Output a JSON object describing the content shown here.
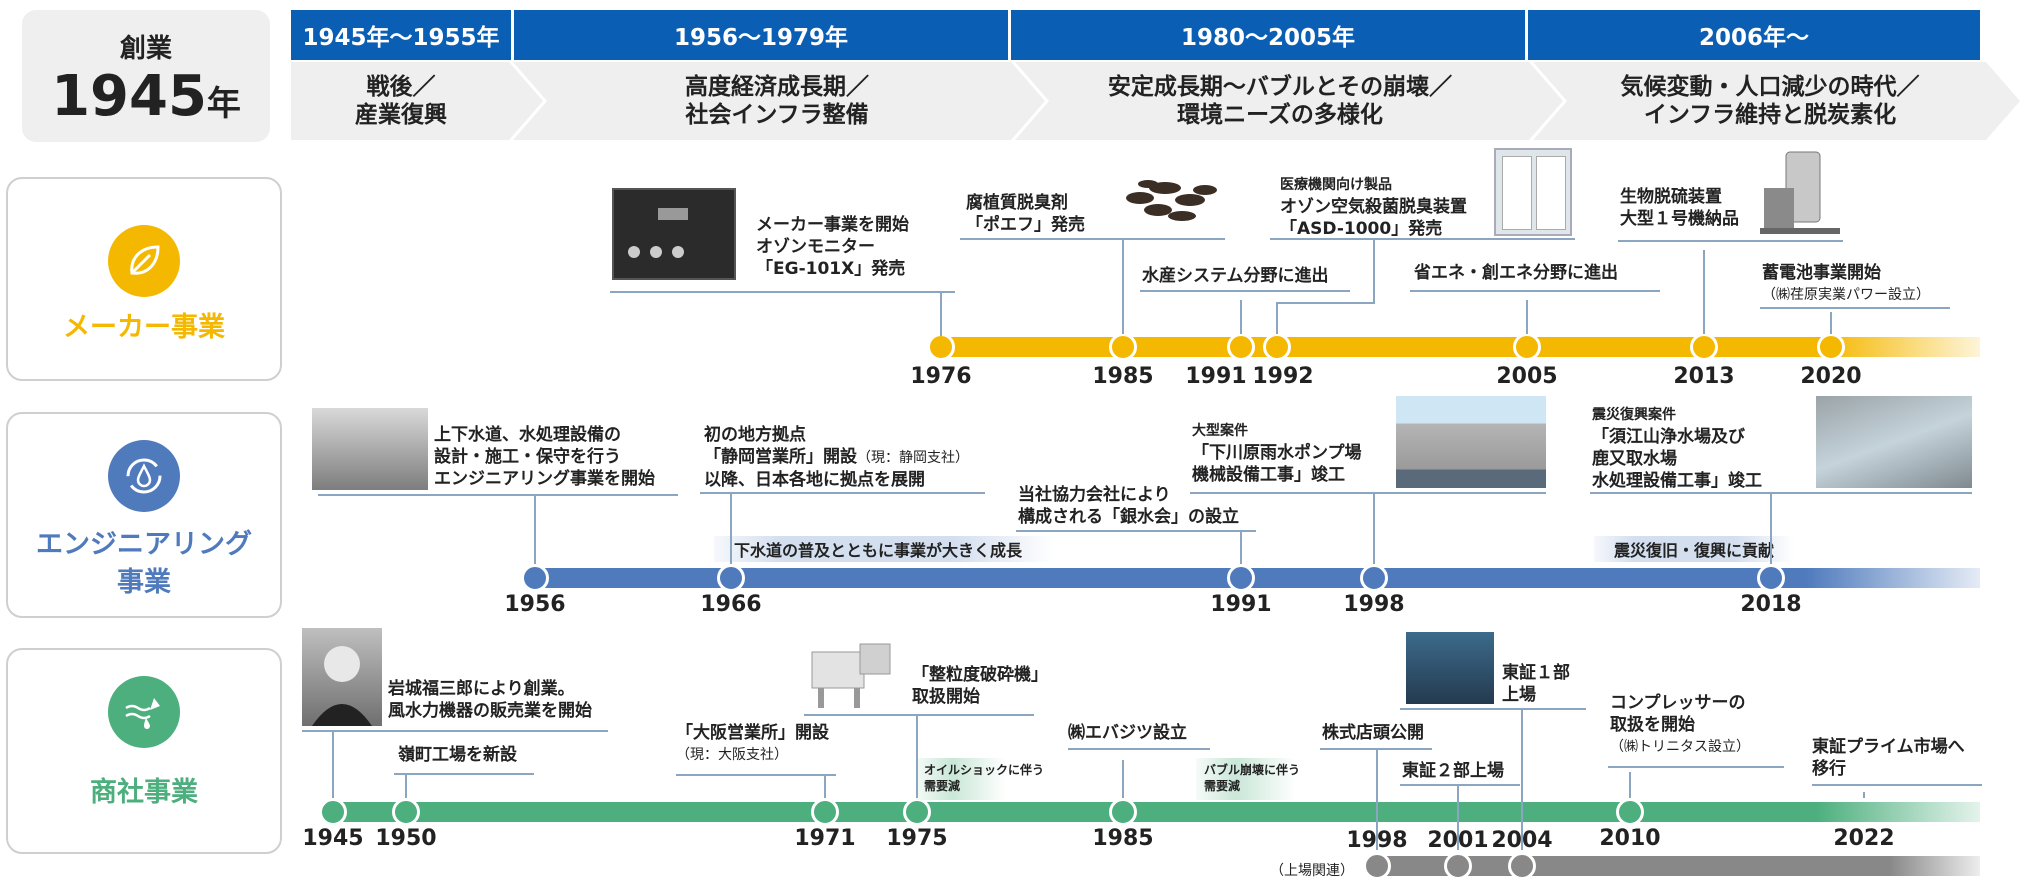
{
  "founding": {
    "label": "創業",
    "year": "1945",
    "year_suffix": "年"
  },
  "eras": [
    {
      "head": "1945年〜1955年",
      "l1": "戦後／",
      "l2": "産業復興"
    },
    {
      "head": "1956〜1979年",
      "l1": "高度経済成長期／",
      "l2": "社会インフラ整備"
    },
    {
      "head": "1980〜2005年",
      "l1": "安定成長期〜バブルとその崩壊／",
      "l2": "環境ニーズの多様化"
    },
    {
      "head": "2006年〜",
      "l1": "気候変動・人口減少の時代／",
      "l2": "インフラ維持と脱炭素化"
    }
  ],
  "colors": {
    "maker": "#f5b800",
    "eng": "#4f7bbd",
    "trade": "#4caf7d",
    "listing": "#888888",
    "era_head": "#0a5fb4"
  },
  "rows": {
    "maker": {
      "label": "メーカー事業",
      "icon": "leaf-icon",
      "years": [
        "1976",
        "1985",
        "1991",
        "1992",
        "2005",
        "2013",
        "2020"
      ],
      "events": {
        "e1976_a": "メーカー事業を開始",
        "e1976_b": "オゾンモニター",
        "e1976_c": "「EG-101X」発売",
        "e1985_a": "腐植質脱臭剤",
        "e1985_b": "「ポエフ」発売",
        "e1991": "水産システム分野に進出",
        "e1992_s": "医療機関向け製品",
        "e1992_a": "オゾン空気殺菌脱臭装置",
        "e1992_b": "「ASD-1000」発売",
        "e2005": "省エネ・創エネ分野に進出",
        "e2013_a": "生物脱硫装置",
        "e2013_b": "大型１号機納品",
        "e2020_a": "蓄電池事業開始",
        "e2020_b": "（㈱荏原実業パワー設立）"
      }
    },
    "eng": {
      "label_a": "エンジニアリング",
      "label_b": "事業",
      "icon": "recycle-water-icon",
      "years": [
        "1956",
        "1966",
        "1991",
        "1998",
        "2018"
      ],
      "events": {
        "e1956_a": "上下水道、水処理設備の",
        "e1956_b": "設計・施工・保守を行う",
        "e1956_c": "エンジニアリング事業を開始",
        "e1966_a": "初の地方拠点",
        "e1966_b": "「静岡営業所」開設",
        "e1966_note": "（現：静岡支社）",
        "e1966_c": "以降、日本各地に拠点を展開",
        "band1": "下水道の普及とともに事業が大きく成長",
        "e1991_a": "当社協力会社により",
        "e1991_b": "構成される「銀水会」の設立",
        "e1998_s": "大型案件",
        "e1998_a": "「下川原雨水ポンプ場",
        "e1998_b": "機械設備工事」竣工",
        "e2018_s": "震災復興案件",
        "e2018_a": "「須江山浄水場及び",
        "e2018_b": "鹿又取水場",
        "e2018_c": "水処理設備工事」竣工",
        "band2": "震災復旧・復興に貢献"
      }
    },
    "trade": {
      "label": "商社事業",
      "icon": "wind-water-icon",
      "years": [
        "1945",
        "1950",
        "1971",
        "1975",
        "1985",
        "2010",
        "2022"
      ],
      "events": {
        "e1945_a": "岩城福三郎により創業。",
        "e1945_b": "風水力機器の販売業を開始",
        "e1950": "嶺町工場を新設",
        "e1971_a": "「大阪営業所」開設",
        "e1971_b": "（現：大阪支社）",
        "e1975_a": "「整粒度破砕機」",
        "e1975_b": "取扱開始",
        "oil_a": "オイルショックに伴う",
        "oil_b": "需要減",
        "e1985": "㈱エバジツ設立",
        "bubble_a": "バブル崩壊に伴う",
        "bubble_b": "需要減",
        "e2010_a": "コンプレッサーの",
        "e2010_b": "取扱を開始",
        "e2010_c": "（㈱トリニタス設立）",
        "e2022_a": "東証プライム市場へ",
        "e2022_b": "移行"
      }
    },
    "listing": {
      "label": "（上場関連）",
      "years": [
        "1998",
        "2001",
        "2004"
      ],
      "events": {
        "e1998": "株式店頭公開",
        "e2001": "東証２部上場",
        "e2004_a": "東証１部",
        "e2004_b": "上場"
      }
    }
  }
}
